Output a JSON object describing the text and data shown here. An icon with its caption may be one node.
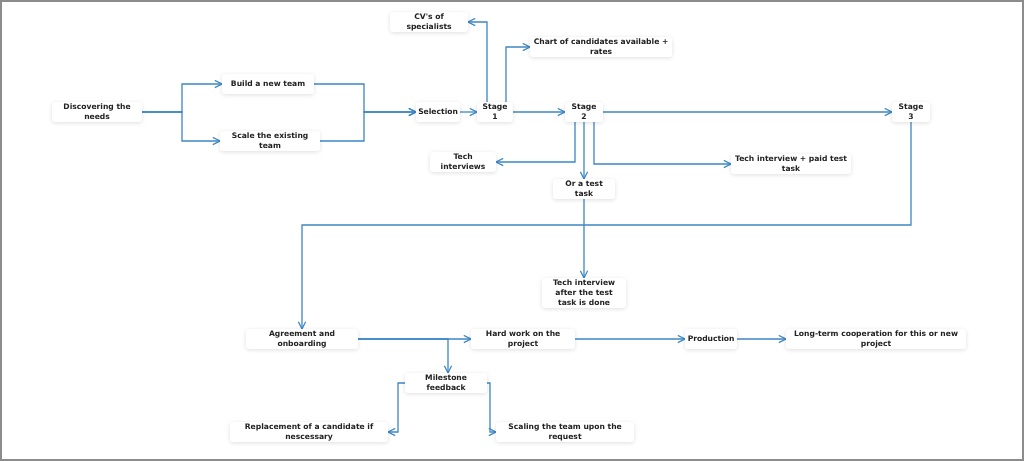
{
  "diagram": {
    "nodes": [
      {
        "text": [
          "Discovering the needs"
        ]
      },
      {
        "text": [
          "Build a new team"
        ]
      },
      {
        "text": [
          "Scale the existing team"
        ]
      },
      {
        "text": [
          "Selection"
        ]
      },
      {
        "text": [
          "Stage 1"
        ]
      },
      {
        "text": [
          "CV's of specialists"
        ]
      },
      {
        "text": [
          "Chart of candidates available + rates"
        ]
      },
      {
        "text": [
          "Stage 2"
        ]
      },
      {
        "text": [
          "Stage 3"
        ]
      },
      {
        "text": [
          "Tech interviews"
        ]
      },
      {
        "text": [
          "Tech interview + paid test task"
        ]
      },
      {
        "text": [
          "Or a test task"
        ]
      },
      {
        "text": [
          "Tech interview after the test task is done"
        ]
      },
      {
        "text": [
          "Agreement and onboarding"
        ]
      },
      {
        "text": [
          "Hard work on the project"
        ]
      },
      {
        "text": [
          "Production"
        ]
      },
      {
        "text": [
          "Long-term cooperation for this or new project"
        ]
      },
      {
        "text": [
          "Milestone feedback"
        ]
      },
      {
        "text": [
          "Replacement of a candidate if nescessary"
        ]
      },
      {
        "text": [
          "Scaling the team upon the request"
        ]
      }
    ],
    "edges": [
      {
        "from": 0,
        "to": 1,
        "arrow": "to"
      },
      {
        "from": 0,
        "to": 2,
        "arrow": "to"
      },
      {
        "from": 1,
        "to": 3,
        "arrow": "to"
      },
      {
        "from": 2,
        "to": 3,
        "arrow": "to"
      },
      {
        "from": 3,
        "to": 4,
        "arrow": "to"
      },
      {
        "from": 4,
        "to": 5,
        "arrow": "to"
      },
      {
        "from": 4,
        "to": 6,
        "arrow": "to"
      },
      {
        "from": 4,
        "to": 7,
        "arrow": "to"
      },
      {
        "from": 7,
        "to": 8,
        "arrow": "to"
      },
      {
        "from": 7,
        "to": 9,
        "arrow": "to"
      },
      {
        "from": 7,
        "to": 11,
        "arrow": "to"
      },
      {
        "from": 7,
        "to": 10,
        "arrow": "to"
      },
      {
        "from": 11,
        "to": 12,
        "arrow": "to"
      },
      {
        "from": 8,
        "to": 13,
        "arrow": "to"
      },
      {
        "from": 13,
        "to": 14,
        "arrow": "to"
      },
      {
        "from": 13,
        "to": 17,
        "arrow": "to"
      },
      {
        "from": 14,
        "to": 15,
        "arrow": "to"
      },
      {
        "from": 15,
        "to": 16,
        "arrow": "to"
      },
      {
        "from": 17,
        "to": 18,
        "arrow": "to"
      },
      {
        "from": 17,
        "to": 19,
        "arrow": "to"
      }
    ]
  }
}
